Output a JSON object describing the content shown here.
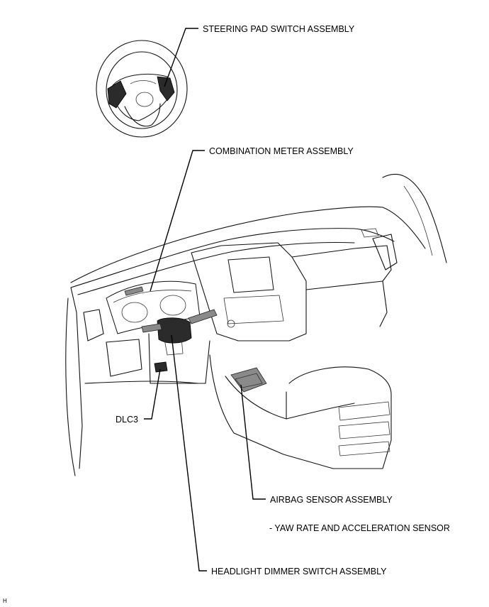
{
  "labels": {
    "steering_pad": "STEERING PAD SWITCH ASSEMBLY",
    "combination_meter": "COMBINATION METER ASSEMBLY",
    "dlc3": "DLC3",
    "airbag_sensor": "AIRBAG SENSOR ASSEMBLY",
    "yaw_rate": "- YAW RATE AND ACCELERATION SENSOR",
    "headlight_dimmer": "HEADLIGHT DIMMER SWITCH ASSEMBLY"
  },
  "figure_ref": "H"
}
